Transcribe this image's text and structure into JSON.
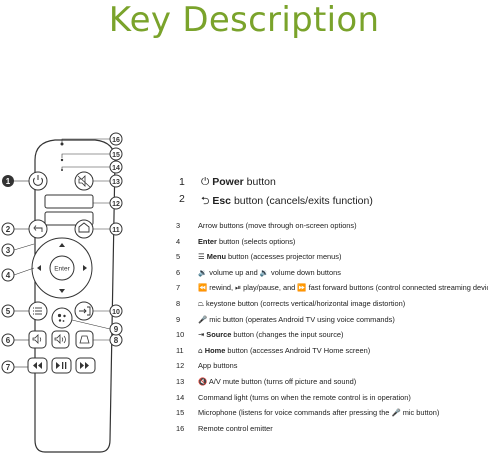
{
  "title": "Key Description",
  "callouts": [
    "1",
    "2",
    "3",
    "4",
    "5",
    "6",
    "7",
    "8",
    "9",
    "10",
    "11",
    "12",
    "13",
    "14",
    "15",
    "16"
  ],
  "remote": {
    "enter_label": "Enter"
  },
  "keys_main": [
    {
      "num": "1",
      "icon": "⏻",
      "label": "Power",
      "suffix": " button"
    },
    {
      "num": "2",
      "icon": "⮌",
      "label": "Esc",
      "suffix": " button (cancels/exits function)"
    }
  ],
  "keys": [
    {
      "num": "3",
      "icon": "",
      "label": "",
      "text": "Arrow buttons (move through on-screen options)"
    },
    {
      "num": "4",
      "icon": "",
      "label": "Enter",
      "text": " button (selects options)"
    },
    {
      "num": "5",
      "icon": "☰",
      "label": "Menu",
      "text": " button (accesses projector menus)"
    },
    {
      "num": "6",
      "icon": "🔉",
      "label": "",
      "text": " volume up and 🔉 volume down buttons"
    },
    {
      "num": "7",
      "icon": "⏪",
      "label": "",
      "text": " rewind, ⏯ play/pause, and ⏩ fast forward buttons (control connected streaming device)"
    },
    {
      "num": "8",
      "icon": "⏢",
      "label": "",
      "text": " keystone button (corrects vertical/horizontal image distortion)"
    },
    {
      "num": "9",
      "icon": "🎤",
      "label": "",
      "text": " mic button (operates Android TV using voice commands)"
    },
    {
      "num": "10",
      "icon": "⇥",
      "label": "Source",
      "text": " button (changes the input source)"
    },
    {
      "num": "11",
      "icon": "⌂",
      "label": "Home",
      "text": " button (accesses Android TV Home screen)"
    },
    {
      "num": "12",
      "icon": "",
      "label": "",
      "text": "App buttons"
    },
    {
      "num": "13",
      "icon": "🔇",
      "label": "",
      "text": " A/V mute button (turns off picture and sound)"
    },
    {
      "num": "14",
      "icon": "",
      "label": "",
      "text": "Command light (turns on when the remote control is in operation)"
    },
    {
      "num": "15",
      "icon": "",
      "label": "",
      "text": "Microphone (listens for voice commands after pressing the 🎤 mic button)"
    },
    {
      "num": "16",
      "icon": "",
      "label": "",
      "text": "Remote control emitter"
    }
  ]
}
